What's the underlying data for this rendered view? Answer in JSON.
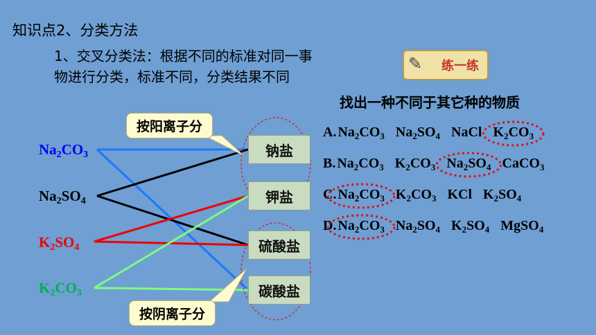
{
  "header": {
    "title": "知识点2、分类方法",
    "description": "1、交叉分类法：根据不同的标准对同一事物进行分类，标准不同，分类结果不同"
  },
  "callouts": {
    "cation": "按阳离子分",
    "anion": "按阴离子分"
  },
  "compounds": [
    {
      "base": "Na",
      "sub1": "2",
      "mid": "CO",
      "sub2": "3",
      "color": "#0000ee"
    },
    {
      "base": "Na",
      "sub1": "2",
      "mid": "SO",
      "sub2": "4",
      "color": "#000000"
    },
    {
      "base": "K",
      "sub1": "2",
      "mid": "SO",
      "sub2": "4",
      "color": "#ee0000"
    },
    {
      "base": "K",
      "sub1": "2",
      "mid": "CO",
      "sub2": "3",
      "color": "#00b050"
    }
  ],
  "salts": [
    "钠盐",
    "钾盐",
    "硫酸盐",
    "碳酸盐"
  ],
  "practice": {
    "badge": "练一练",
    "title": "找出一种不同于其它种的物质",
    "rows": [
      {
        "label": "A.",
        "items": [
          "Na2CO3",
          "Na2SO4",
          "NaCl",
          "K2CO3"
        ],
        "circled": 3
      },
      {
        "label": "B.",
        "items": [
          "Na2CO3",
          "K2CO3",
          "Na2SO4",
          "CaCO3"
        ],
        "circled": 2
      },
      {
        "label": "C.",
        "items": [
          "Na2CO3",
          "K2CO3",
          "KCl",
          "K2SO4"
        ],
        "circled": 0
      },
      {
        "label": "D.",
        "items": [
          "Na2CO3",
          "Na2SO4",
          "K2SO4",
          "MgSO4"
        ],
        "circled": 0
      }
    ]
  },
  "colors": {
    "background": "#6f9fd3",
    "circle": "#e0101a",
    "salt_box": "#c9dbc1",
    "callout": "#fffbd0"
  }
}
